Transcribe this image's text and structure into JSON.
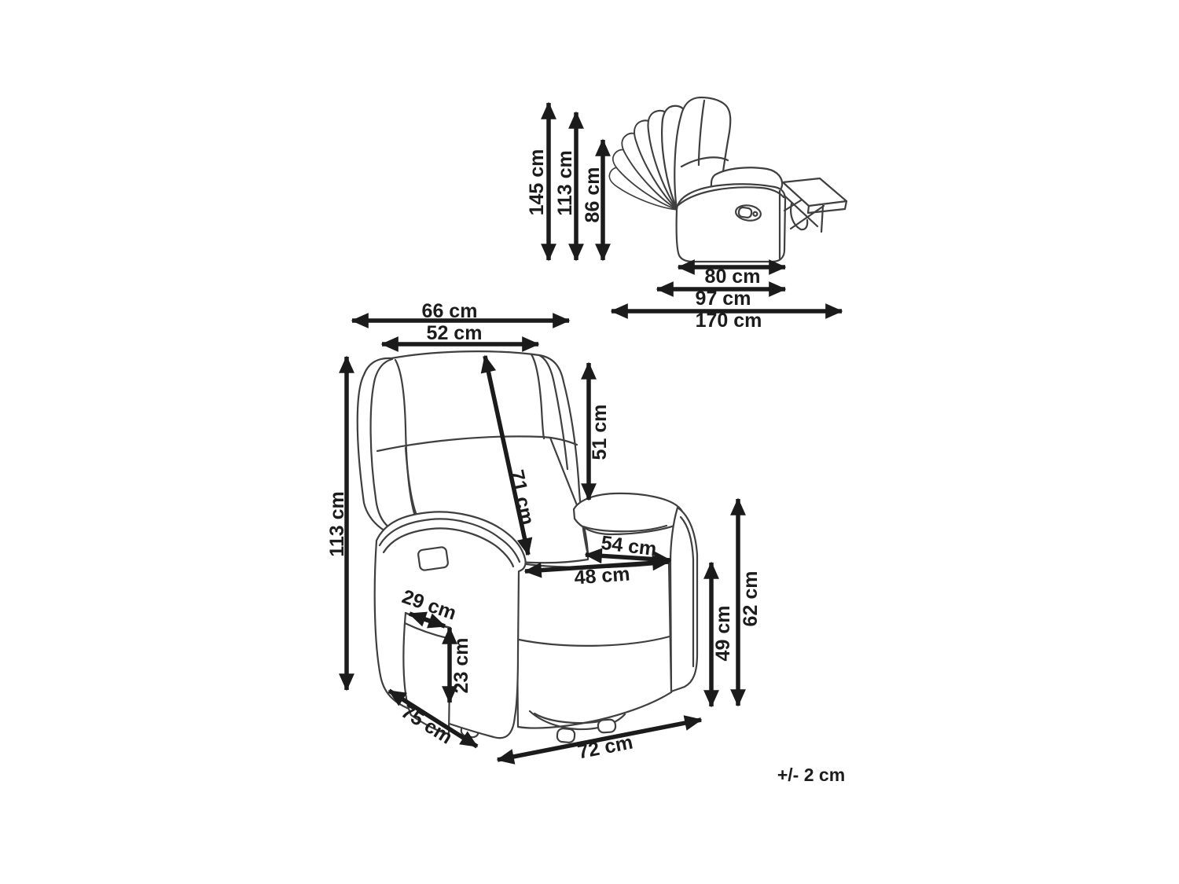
{
  "diagram": {
    "tolerance_note": "+/- 2 cm",
    "side_view": {
      "overall_height": "145 cm",
      "upright_height": "113 cm",
      "seat_back_height": "86 cm",
      "base_depth": "80 cm",
      "overall_depth": "97 cm",
      "reclined_length": "170 cm"
    },
    "front_view": {
      "overall_width": "66 cm",
      "backrest_width": "52 cm",
      "overall_height": "113 cm",
      "backrest_diagonal": "71 cm",
      "backrest_height": "51 cm",
      "seat_width_back": "54 cm",
      "seat_width_front": "48 cm",
      "pocket_width": "29 cm",
      "pocket_height": "23 cm",
      "seat_height": "49 cm",
      "armrest_height": "62 cm",
      "side_depth": "75 cm",
      "base_width": "72 cm"
    },
    "colors": {
      "background": "#ffffff",
      "line": "#3f3f3f",
      "dimension": "#1b1b1b"
    }
  }
}
